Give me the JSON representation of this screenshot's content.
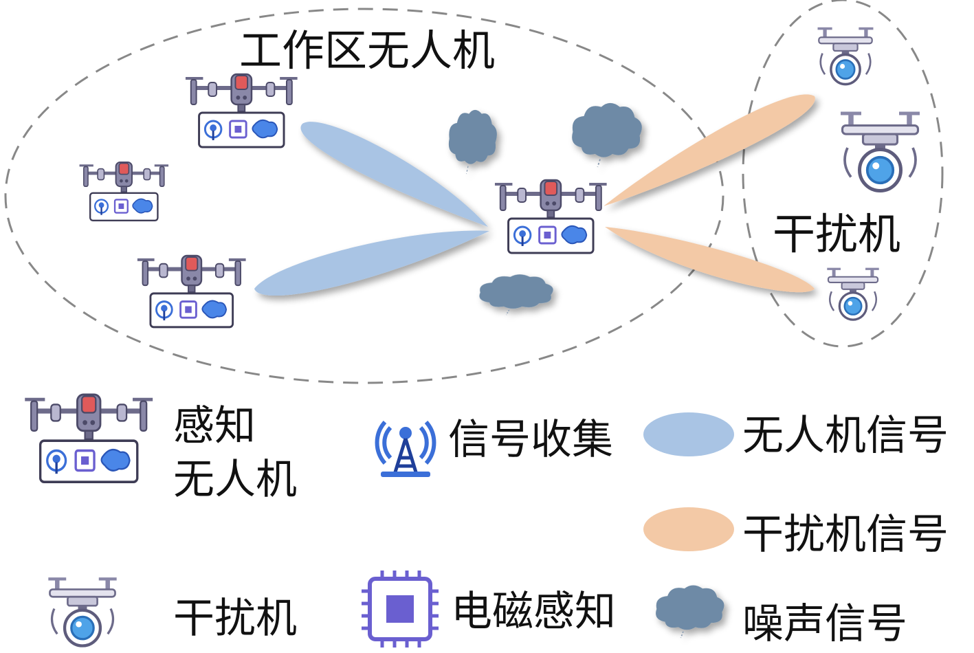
{
  "diagram": {
    "work_zone_label": "工作区无人机",
    "jammer_zone_label": "干扰机"
  },
  "legend": {
    "sensing_uav": {
      "line1": "感知",
      "line2": "无人机"
    },
    "signal_collect": "信号收集",
    "uav_signal": "无人机信号",
    "jammer_signal": "干扰机信号",
    "jammer": "干扰机",
    "em_sensing": "电磁感知",
    "noise_signal": "噪声信号"
  },
  "colors": {
    "uav_beam": "#a9c4e4",
    "jammer_beam": "#f3c9a6",
    "noise_cloud": "#6e8aa6",
    "drone_frame": "#6d6b8a",
    "drone_body": "#e05a5a",
    "chip": "#6a5fd0",
    "antenna": "#3b6fd8",
    "camera_lens": "#4fa3e8",
    "dashed_boundary": "#888888"
  },
  "icons": [
    "sensing-uav-icon",
    "jammer-drone-icon",
    "antenna-tower-icon",
    "chip-icon",
    "noise-cloud-icon"
  ]
}
